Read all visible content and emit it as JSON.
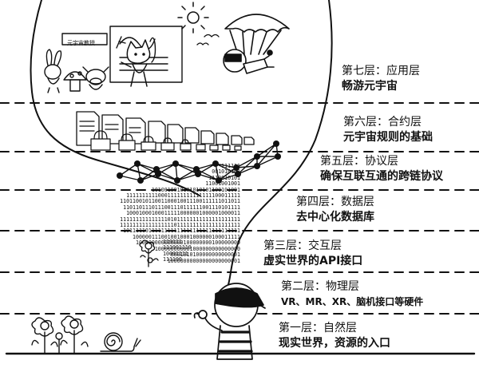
{
  "layers": [
    {
      "id": "l7",
      "title": "第七层：应用层",
      "desc": "畅游元宇宙"
    },
    {
      "id": "l6",
      "title": "第六层：合约层",
      "desc": "元宇宙规则的基础"
    },
    {
      "id": "l5",
      "title": "第五层：协议层",
      "desc": "确保互联互通的跨链协议"
    },
    {
      "id": "l4",
      "title": "第四层：数据层",
      "desc": "去中心化数据库"
    },
    {
      "id": "l3",
      "title": "第三层：交互层",
      "desc": "虚实世界的API接口"
    },
    {
      "id": "l2",
      "title": "第二层：物理层",
      "desc": "VR、MR、XR、脑机接口等硬件"
    },
    {
      "id": "l1",
      "title": "第一层：自然层",
      "desc": "现实世界，资源的入口"
    }
  ],
  "whiteboard": {
    "sign": "元宇宙教授"
  },
  "binary_left": [
    "111111",
    "001010101",
    "1110010101",
    "11001001001",
    "1010010010101010101100101001",
    "111111111100011111111111111100011111",
    "11011001011001100010011100111111011011",
    "1101101110111001110111111001110101111",
    "100010001000111110000001000001000011",
    "11111111111111101011111111111111111111",
    "11111111111111111011111111111111111111",
    "1011111011111111111111111111111111111",
    "1000001110010010001000000100011111",
    "100000000000000100000000100000000",
    "100000000001000000000000000",
    "0001010100000000000001",
    "10000000000000000000001"
  ],
  "binary_right": [
    "110111",
    "111001110",
    "10001111",
    "111100"
  ],
  "colors": {
    "ink": "#111111",
    "paper": "#ffffff"
  }
}
